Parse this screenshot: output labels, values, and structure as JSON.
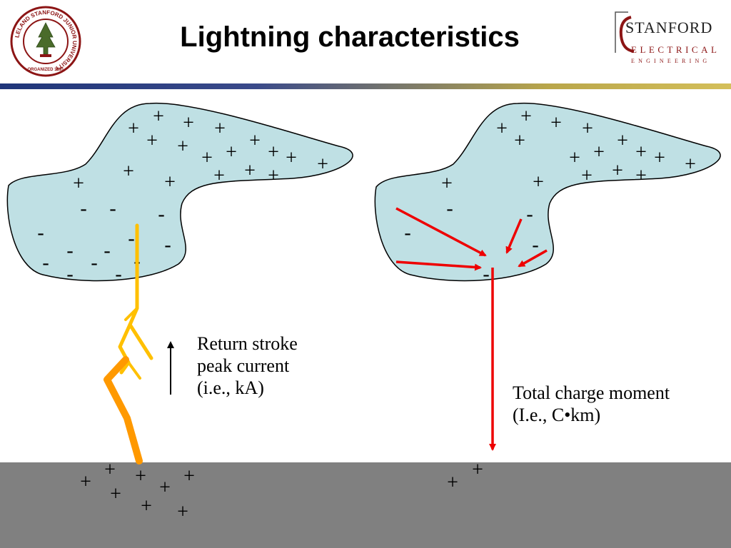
{
  "title": "Lightning characteristics",
  "seal": {
    "arc_text": "LELAND STANFORD JUNIOR UNIVERSITY",
    "organized": "ORGANIZED 1891"
  },
  "logo": {
    "name": "STANFORD",
    "dept": "ELECTRICAL",
    "sub": "ENGINEERING",
    "colors": {
      "cardinal": "#8c1515"
    }
  },
  "labels": {
    "return_stroke": [
      "Return stroke",
      "peak current",
      "(i.e., kA)"
    ],
    "charge_moment": [
      "Total charge moment",
      "(I.e., C•km)"
    ]
  },
  "symbols": {
    "positive": "+",
    "negative": "-"
  },
  "colors": {
    "cloud_fill": "#bfe0e4",
    "ground": "#808080",
    "leader_yellow": "#ffc000",
    "leader_orange": "#ff9900",
    "arrow_red": "#ee0000"
  }
}
